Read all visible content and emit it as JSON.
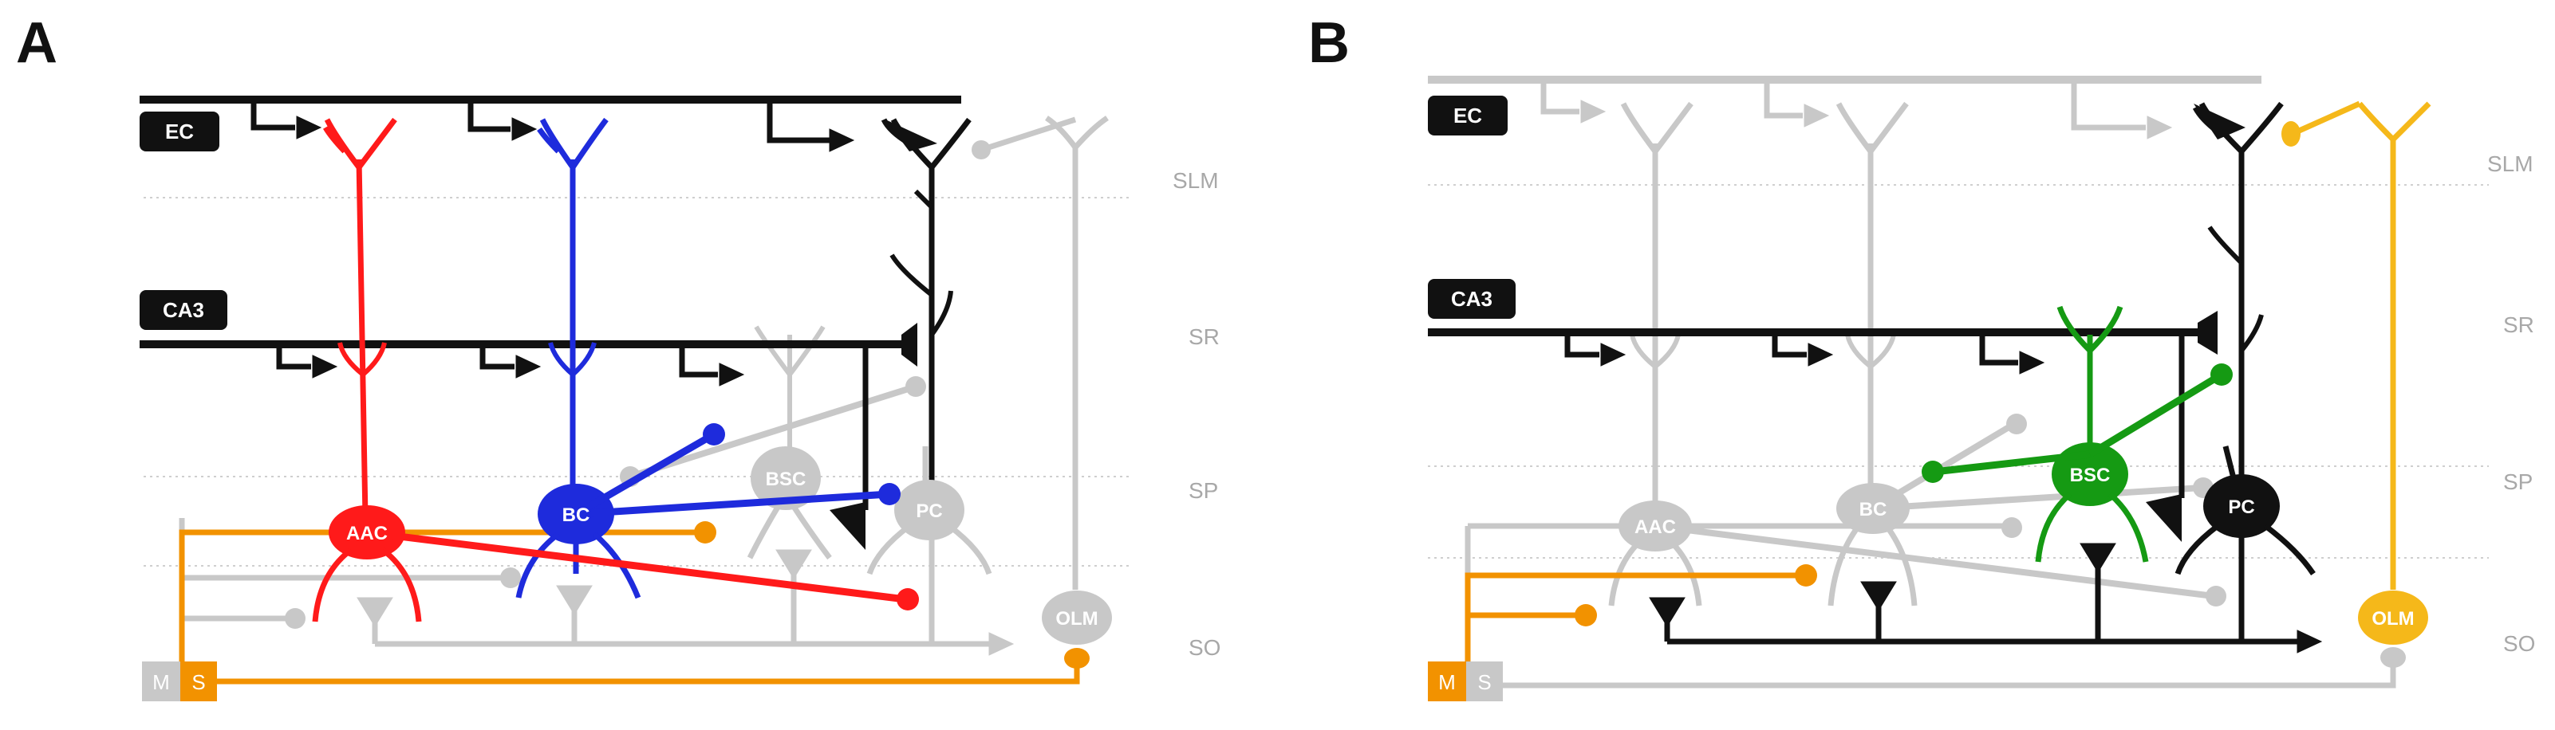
{
  "colors": {
    "black": "#111111",
    "gray": "#c8c8c8",
    "red": "#ff1a1a",
    "blue": "#1e2bdc",
    "orange": "#f29200",
    "green": "#159a13",
    "yellow": "#f5b81a",
    "layer_line": "#cfcfcf",
    "layer_text": "#a8a8a8"
  },
  "panels": [
    {
      "letter": "A",
      "inputs": {
        "ec": "EC",
        "ca3": "CA3"
      },
      "layers": [
        "SLM",
        "SR",
        "SP",
        "SO"
      ],
      "cells": {
        "aac": "AAC",
        "bc": "BC",
        "bsc": "BSC",
        "pc": "PC",
        "olm": "OLM"
      },
      "septum": {
        "m": "M",
        "s": "S"
      },
      "highlighted": [
        "AAC",
        "BC",
        "PC"
      ]
    },
    {
      "letter": "B",
      "inputs": {
        "ec": "EC",
        "ca3": "CA3"
      },
      "layers": [
        "SLM",
        "SR",
        "SP",
        "SO"
      ],
      "cells": {
        "aac": "AAC",
        "bc": "BC",
        "bsc": "BSC",
        "pc": "PC",
        "olm": "OLM"
      },
      "septum": {
        "m": "M",
        "s": "S"
      },
      "highlighted": [
        "BSC",
        "PC",
        "OLM"
      ]
    }
  ]
}
